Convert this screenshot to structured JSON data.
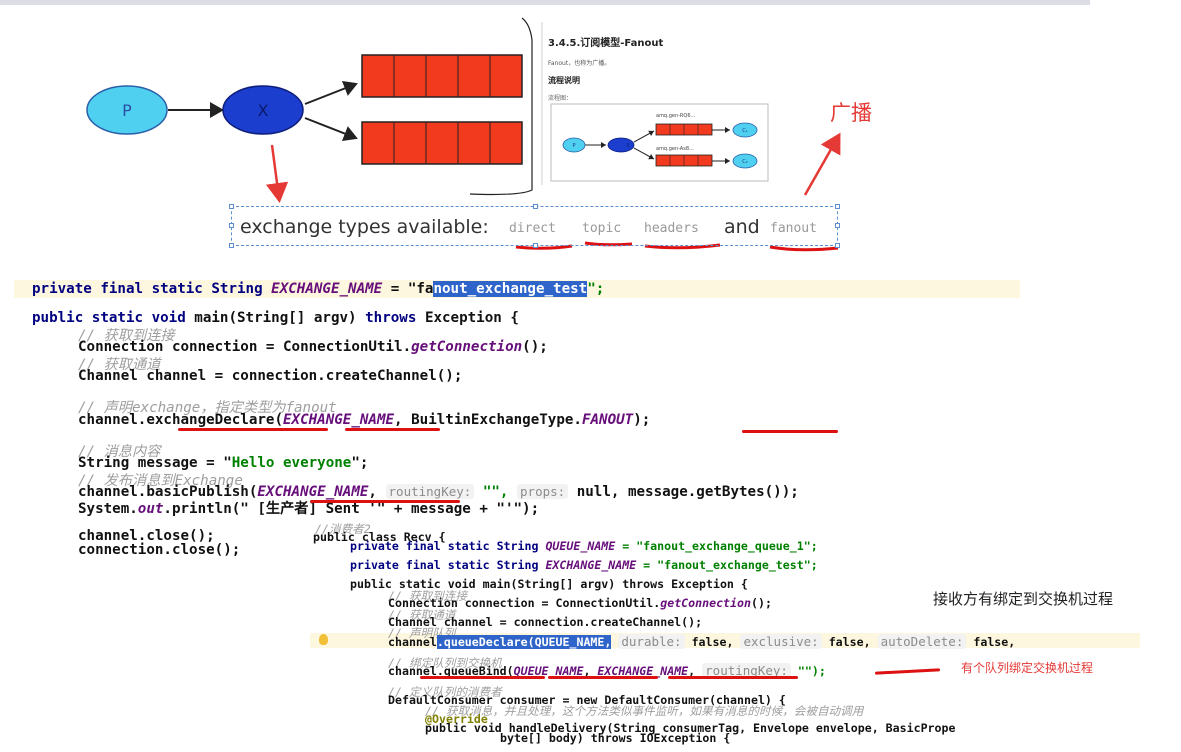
{
  "diagram": {
    "producer_label": "P",
    "exchange_label": "X"
  },
  "doc": {
    "title": "3.4.5.订阅模型-Fanout",
    "line": "Fanout，也称为广播。",
    "sub": "流程说明",
    "small": "流程图：",
    "queue1_label": "amq.gen-RQ6...",
    "queue2_label": "amq.gen-As8...",
    "producer": "P",
    "exchange": "X",
    "consumer1": "C₁",
    "consumer2": "C₂"
  },
  "annotation_broadcast": "广播",
  "exchange_types": {
    "label": "exchange types available:",
    "types": [
      "direct",
      "topic",
      "headers",
      "fanout"
    ],
    "conjunction": "and"
  },
  "code_main": {
    "line1_a": "private final static String ",
    "line1_b": "EXCHANGE_NAME",
    "line1_c": " = \"fa",
    "line1_d": "nout_exchange_test",
    "line1_e": "\";",
    "line2_a": "public static void ",
    "line2_b": "main(String[] argv) ",
    "line2_c": "throws ",
    "line2_d": "Exception {",
    "c1": "// 获取到连接",
    "l3_a": "Connection connection = ConnectionUtil.",
    "l3_b": "getConnection",
    "l3_c": "();",
    "c2": "// 获取通道",
    "l4": "Channel channel = connection.createChannel();",
    "c3": "// 声明exchange，指定类型为fanout",
    "l5_a": "channel.exchangeDeclare(",
    "l5_b": "EXCHANGE_NAME",
    "l5_c": ", BuiltinExchangeType.",
    "l5_d": "FANOUT",
    "l5_e": ");",
    "c4": "// 消息内容",
    "l6_a": "String message = \"",
    "l6_b": "Hello everyone",
    "l6_c": "\";",
    "c5": "// 发布消息到Exchange",
    "l7_a": "channel.basicPublish(",
    "l7_b": "EXCHANGE_NAME",
    "l7_c": ",",
    "l7_hint1": "routingKey:",
    "l7_d": " \"\",",
    "l7_hint2": "props:",
    "l7_e": " null, message.getBytes());",
    "l8_a": "System.",
    "l8_b": "out",
    "l8_c": ".println(\" [生产者] Sent '\" + message + \"'\");",
    "l9": "channel.close();",
    "l10": "connection.close();"
  },
  "code_recv": {
    "c0": "//消费者2",
    "r1": "public class Recv {",
    "r2_a": "private final static String ",
    "r2_b": "QUEUE_NAME",
    "r2_c": " = \"fanout_exchange_queue_1\";",
    "r3_a": "private final static String ",
    "r3_b": "EXCHANGE_NAME",
    "r3_c": " = \"fanout_exchange_test\";",
    "r4": "public static void main(String[] argv) throws Exception {",
    "c1": "// 获取到连接",
    "r5_a": "Connection connection = ConnectionUtil.",
    "r5_b": "getConnection",
    "r5_c": "();",
    "c2": "// 获取通道",
    "r6": "Channel channel = connection.createChannel();",
    "c3": "// 声明队列",
    "r7_a": "channel",
    "r7_b": ".queueDeclare(QUEUE_NAME,",
    "r7_hint1": "durable:",
    "r7_c": " false,",
    "r7_hint2": "exclusive:",
    "r7_d": " false,",
    "r7_hint3": "autoDelete:",
    "r7_e": " false,",
    "c4": "// 绑定队列到交换机",
    "r8_a": "channel.queueBind(",
    "r8_b": "QUEUE_NAME",
    "r8_c": ", ",
    "r8_d": "EXCHANGE_NAME",
    "r8_e": ",",
    "r8_hint": "routingKey:",
    "r8_f": " \"\");",
    "c5": "// 定义队列的消费者",
    "r9": "DefaultConsumer consumer = new DefaultConsumer(channel) {",
    "c6": "// 获取消息，并且处理，这个方法类似事件监听，如果有消息的时候，会被自动调用",
    "r10": "@Override",
    "r11": "public void handleDelivery(String consumerTag, Envelope envelope, BasicPrope",
    "r12": "byte[] body) throws IOException {"
  },
  "notes": {
    "receiver": "接收方有绑定到交换机过程",
    "binding": "有个队列绑定交换机过程"
  },
  "colors": {
    "queue": "#f23a1e",
    "producer": "#4fd0f0",
    "exchange": "#1c3ecf",
    "annotation_red": "#e53935",
    "selection": "#2f65ca"
  }
}
